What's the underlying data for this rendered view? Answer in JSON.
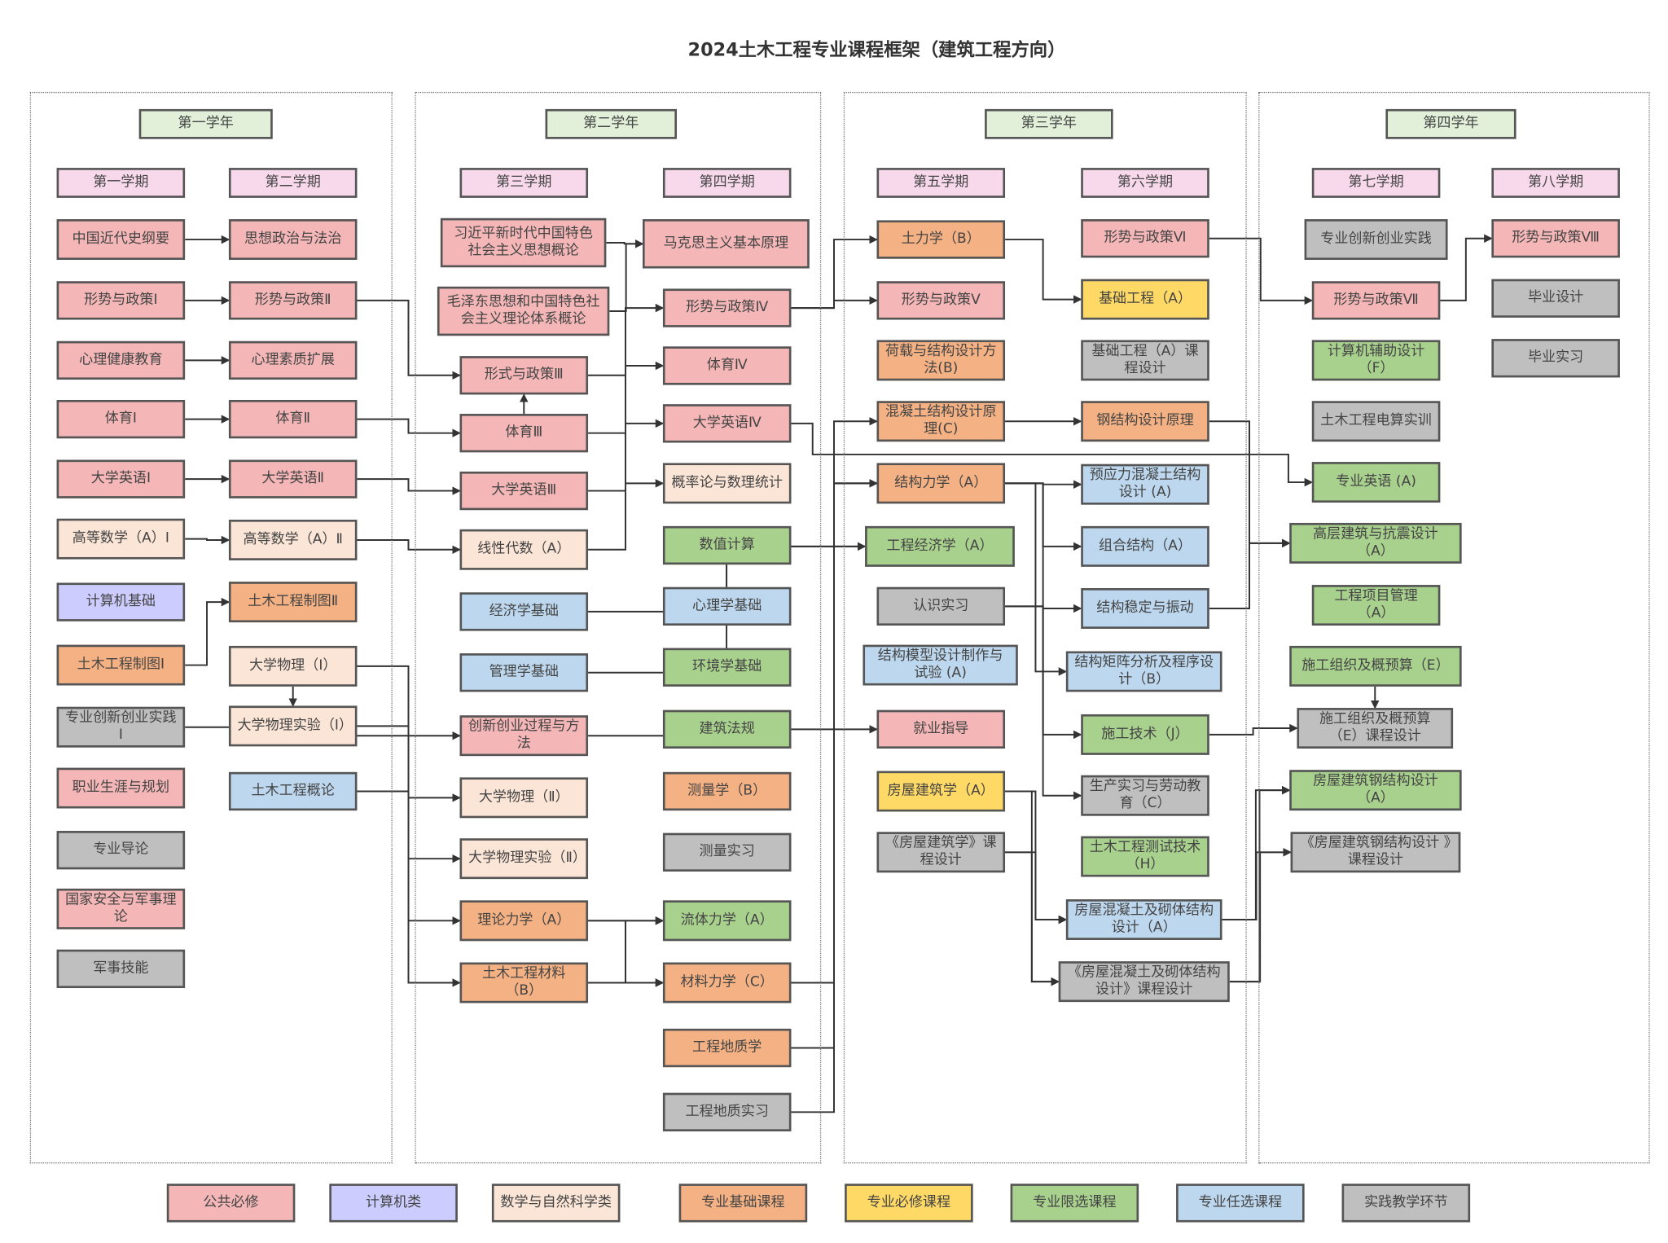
{
  "title": "2024土木工程专业课程框架（建筑工程方向）",
  "colors": {
    "year": "#e2f0d9",
    "semester": "#f8d9ec",
    "pub": "#f4b6b6",
    "cs": "#ccccff",
    "math": "#fbe5d6",
    "base": "#f4b183",
    "req": "#ffd966",
    "lim": "#a9d18e",
    "opt": "#bdd7ee",
    "prac": "#bfbfbf"
  },
  "years": [
    "第一学年",
    "第二学年",
    "第三学年",
    "第四学年"
  ],
  "semesters": [
    "第一学期",
    "第二学期",
    "第三学期",
    "第四学期",
    "第五学期",
    "第六学期",
    "第七学期",
    "第八学期"
  ],
  "legend": [
    {
      "label": "公共必修",
      "cat": "pub"
    },
    {
      "label": "计算机类",
      "cat": "cs"
    },
    {
      "label": "数学与自然科学类",
      "cat": "math"
    },
    {
      "label": "专业基础课程",
      "cat": "base"
    },
    {
      "label": "专业必修课程",
      "cat": "req"
    },
    {
      "label": "专业限选课程",
      "cat": "lim"
    },
    {
      "label": "专业任选课程",
      "cat": "opt"
    },
    {
      "label": "实践教学环节",
      "cat": "prac"
    }
  ],
  "courses": [
    {
      "id": "a1",
      "label": "中国近代史纲要",
      "cat": "pub"
    },
    {
      "id": "a2",
      "label": "形势与政策Ⅰ",
      "cat": "pub"
    },
    {
      "id": "a3",
      "label": "心理健康教育",
      "cat": "pub"
    },
    {
      "id": "a4",
      "label": "体育Ⅰ",
      "cat": "pub"
    },
    {
      "id": "a5",
      "label": "大学英语Ⅰ",
      "cat": "pub"
    },
    {
      "id": "a6",
      "label": "高等数学（A）Ⅰ",
      "cat": "math"
    },
    {
      "id": "a7",
      "label": "计算机基础",
      "cat": "cs"
    },
    {
      "id": "a8",
      "label": "土木工程制图Ⅰ",
      "cat": "base"
    },
    {
      "id": "a9",
      "label": "专业创新创业实践Ⅰ",
      "cat": "prac"
    },
    {
      "id": "a10",
      "label": "职业生涯与规划",
      "cat": "pub"
    },
    {
      "id": "a11",
      "label": "专业导论",
      "cat": "prac"
    },
    {
      "id": "a12",
      "label": "国家安全与军事理论",
      "cat": "pub"
    },
    {
      "id": "a13",
      "label": "军事技能",
      "cat": "prac"
    },
    {
      "id": "b1",
      "label": "思想政治与法治",
      "cat": "pub"
    },
    {
      "id": "b2",
      "label": "形势与政策Ⅱ",
      "cat": "pub"
    },
    {
      "id": "b3",
      "label": "心理素质扩展",
      "cat": "pub"
    },
    {
      "id": "b4",
      "label": "体育Ⅱ",
      "cat": "pub"
    },
    {
      "id": "b5",
      "label": "大学英语Ⅱ",
      "cat": "pub"
    },
    {
      "id": "b6",
      "label": "高等数学（A）Ⅱ",
      "cat": "math"
    },
    {
      "id": "b7",
      "label": "土木工程制图Ⅱ",
      "cat": "base"
    },
    {
      "id": "b8",
      "label": "大学物理（Ⅰ）",
      "cat": "math"
    },
    {
      "id": "b9",
      "label": "大学物理实验（Ⅰ）",
      "cat": "math"
    },
    {
      "id": "b10",
      "label": "土木工程概论",
      "cat": "opt"
    },
    {
      "id": "c1",
      "label": "习近平新时代中国特色社会主义思想概论",
      "cat": "pub"
    },
    {
      "id": "c2",
      "label": "毛泽东思想和中国特色社会主义理论体系概论",
      "cat": "pub"
    },
    {
      "id": "c3",
      "label": "形式与政策Ⅲ",
      "cat": "pub"
    },
    {
      "id": "c4",
      "label": "体育Ⅲ",
      "cat": "pub"
    },
    {
      "id": "c5",
      "label": "大学英语Ⅲ",
      "cat": "pub"
    },
    {
      "id": "c6",
      "label": "线性代数（A）",
      "cat": "math"
    },
    {
      "id": "c7",
      "label": "经济学基础",
      "cat": "opt"
    },
    {
      "id": "c8",
      "label": "管理学基础",
      "cat": "opt"
    },
    {
      "id": "c9",
      "label": "创新创业过程与方法",
      "cat": "pub"
    },
    {
      "id": "c10",
      "label": "大学物理（Ⅱ）",
      "cat": "math"
    },
    {
      "id": "c11",
      "label": "大学物理实验（Ⅱ）",
      "cat": "math"
    },
    {
      "id": "c12",
      "label": "理论力学（A）",
      "cat": "base"
    },
    {
      "id": "c13",
      "label": "土木工程材料（B）",
      "cat": "base"
    },
    {
      "id": "d1",
      "label": "马克思主义基本原理",
      "cat": "pub"
    },
    {
      "id": "d2",
      "label": "形势与政策Ⅳ",
      "cat": "pub"
    },
    {
      "id": "d3",
      "label": "体育Ⅳ",
      "cat": "pub"
    },
    {
      "id": "d4",
      "label": "大学英语Ⅳ",
      "cat": "pub"
    },
    {
      "id": "d5",
      "label": "概率论与数理统计",
      "cat": "math"
    },
    {
      "id": "d6",
      "label": "数值计算",
      "cat": "lim"
    },
    {
      "id": "d7",
      "label": "心理学基础",
      "cat": "opt"
    },
    {
      "id": "d8",
      "label": "环境学基础",
      "cat": "lim"
    },
    {
      "id": "d9",
      "label": "建筑法规",
      "cat": "lim"
    },
    {
      "id": "d10",
      "label": "测量学（B）",
      "cat": "base"
    },
    {
      "id": "d11",
      "label": "测量实习",
      "cat": "prac"
    },
    {
      "id": "d12",
      "label": "流体力学（A）",
      "cat": "lim"
    },
    {
      "id": "d13",
      "label": "材料力学（C）",
      "cat": "base"
    },
    {
      "id": "d14",
      "label": "工程地质学",
      "cat": "base"
    },
    {
      "id": "d15",
      "label": "工程地质实习",
      "cat": "prac"
    },
    {
      "id": "e1",
      "label": "土力学（B）",
      "cat": "base"
    },
    {
      "id": "e2",
      "label": "形势与政策Ⅴ",
      "cat": "pub"
    },
    {
      "id": "e3",
      "label": "荷载与结构设计方法(B)",
      "cat": "base"
    },
    {
      "id": "e4",
      "label": "混凝土结构设计原理(C)",
      "cat": "base"
    },
    {
      "id": "e5",
      "label": "结构力学（A）",
      "cat": "base"
    },
    {
      "id": "e6",
      "label": "工程经济学（A）",
      "cat": "lim"
    },
    {
      "id": "e7",
      "label": "认识实习",
      "cat": "prac"
    },
    {
      "id": "e8",
      "label": "结构模型设计制作与试验 (A)",
      "cat": "opt"
    },
    {
      "id": "e9",
      "label": "就业指导",
      "cat": "pub"
    },
    {
      "id": "e10",
      "label": "房屋建筑学（A）",
      "cat": "req"
    },
    {
      "id": "e11",
      "label": "《房屋建筑学》课程设计",
      "cat": "prac"
    },
    {
      "id": "f1",
      "label": "形势与政策Ⅵ",
      "cat": "pub"
    },
    {
      "id": "f2",
      "label": "基础工程（A）",
      "cat": "req"
    },
    {
      "id": "f3",
      "label": "基础工程（A）课程设计",
      "cat": "prac"
    },
    {
      "id": "f4",
      "label": "钢结构设计原理",
      "cat": "base"
    },
    {
      "id": "f5",
      "label": "预应力混凝土结构设计 (A)",
      "cat": "opt"
    },
    {
      "id": "f6",
      "label": "组合结构（A）",
      "cat": "opt"
    },
    {
      "id": "f7",
      "label": "结构稳定与振动",
      "cat": "opt"
    },
    {
      "id": "f8",
      "label": "结构矩阵分析及程序设计（B）",
      "cat": "opt"
    },
    {
      "id": "f9",
      "label": "施工技术（J）",
      "cat": "lim"
    },
    {
      "id": "f10",
      "label": "生产实习与劳动教育（C）",
      "cat": "prac"
    },
    {
      "id": "f11",
      "label": "土木工程测试技术（H）",
      "cat": "lim"
    },
    {
      "id": "f12",
      "label": "房屋混凝土及砌体结构设计（A）",
      "cat": "opt"
    },
    {
      "id": "f13",
      "label": "《房屋混凝土及砌体结构设计》课程设计",
      "cat": "prac"
    },
    {
      "id": "g1",
      "label": "专业创新创业实践",
      "cat": "prac"
    },
    {
      "id": "g2",
      "label": "形势与政策Ⅶ",
      "cat": "pub"
    },
    {
      "id": "g3",
      "label": "计算机辅助设计（F）",
      "cat": "lim"
    },
    {
      "id": "g4",
      "label": "土木工程电算实训",
      "cat": "prac"
    },
    {
      "id": "g5",
      "label": "专业英语 (A)",
      "cat": "lim"
    },
    {
      "id": "g6",
      "label": "高层建筑与抗震设计（A）",
      "cat": "lim"
    },
    {
      "id": "g7",
      "label": "工程项目管理（A）",
      "cat": "lim"
    },
    {
      "id": "g8",
      "label": "施工组织及概预算（E）",
      "cat": "lim"
    },
    {
      "id": "g9",
      "label": "施工组织及概预算（E）课程设计",
      "cat": "prac"
    },
    {
      "id": "g10",
      "label": "房屋建筑钢结构设计（A）",
      "cat": "lim"
    },
    {
      "id": "g11",
      "label": "《房屋建筑钢结构设计 》课程设计",
      "cat": "prac"
    },
    {
      "id": "h1",
      "label": "形势与政策Ⅷ",
      "cat": "pub"
    },
    {
      "id": "h2",
      "label": "毕业设计",
      "cat": "prac"
    },
    {
      "id": "h3",
      "label": "毕业实习",
      "cat": "prac"
    }
  ],
  "edges": [
    [
      "a1",
      "b1"
    ],
    [
      "a2",
      "b2"
    ],
    [
      "a3",
      "b3"
    ],
    [
      "a4",
      "b4"
    ],
    [
      "a5",
      "b5"
    ],
    [
      "a6",
      "b6"
    ],
    [
      "a8",
      "b7"
    ],
    [
      "b8",
      "b9"
    ],
    [
      "b2",
      "c3"
    ],
    [
      "b4",
      "c4"
    ],
    [
      "b5",
      "c5"
    ],
    [
      "b6",
      "c6"
    ],
    [
      "a9",
      "c9"
    ],
    [
      "b8",
      "c10"
    ],
    [
      "b9",
      "c11"
    ],
    [
      "b10",
      "c12"
    ],
    [
      "b10",
      "c13"
    ],
    [
      "c1",
      "d1"
    ],
    [
      "c2",
      "d1"
    ],
    [
      "c4",
      "c3"
    ],
    [
      "c3",
      "d2"
    ],
    [
      "c4",
      "d3"
    ],
    [
      "c5",
      "d4"
    ],
    [
      "c6",
      "d5"
    ],
    [
      "c7",
      "e6"
    ],
    [
      "c8",
      "e6"
    ],
    [
      "c9",
      "e9"
    ],
    [
      "c12",
      "d12"
    ],
    [
      "c12",
      "d13"
    ],
    [
      "c13",
      "d12"
    ],
    [
      "c13",
      "d13"
    ],
    [
      "d2",
      "e1"
    ],
    [
      "d2",
      "e2"
    ],
    [
      "d13",
      "e4"
    ],
    [
      "d13",
      "e5"
    ],
    [
      "d14",
      "e5"
    ],
    [
      "d15",
      "e5"
    ],
    [
      "d4",
      "g5"
    ],
    [
      "e1",
      "f2"
    ],
    [
      "e4",
      "f4"
    ],
    [
      "e5",
      "f5"
    ],
    [
      "e5",
      "f6"
    ],
    [
      "e5",
      "f7"
    ],
    [
      "e5",
      "f8"
    ],
    [
      "e7",
      "f9"
    ],
    [
      "e7",
      "f10"
    ],
    [
      "e10",
      "f12"
    ],
    [
      "e10",
      "f13"
    ],
    [
      "e11",
      "f12"
    ],
    [
      "e11",
      "f13"
    ],
    [
      "f1",
      "g2"
    ],
    [
      "g2",
      "h1"
    ],
    [
      "f4",
      "g6"
    ],
    [
      "f7",
      "g6"
    ],
    [
      "f9",
      "g9"
    ],
    [
      "g8",
      "g9"
    ],
    [
      "f12",
      "g10"
    ],
    [
      "f12",
      "g11"
    ],
    [
      "f13",
      "g10"
    ],
    [
      "f13",
      "g11"
    ]
  ]
}
